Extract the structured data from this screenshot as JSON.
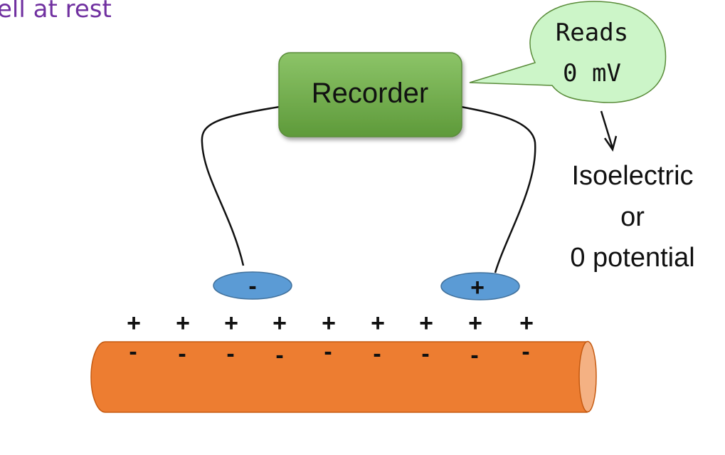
{
  "title": "ell at rest",
  "recorder": {
    "label": "Recorder",
    "color": "#70ad47"
  },
  "bubble": {
    "line1": "Reads",
    "line2": "0 mV",
    "color": "#ccf5c8"
  },
  "note": {
    "line1": "Isoelectric",
    "line2": "or",
    "line3": "0 potential"
  },
  "electrodes": {
    "left_sign": "-",
    "right_sign": "+",
    "color": "#5b9bd5"
  },
  "axon": {
    "color": "#ed7d31",
    "end_color": "#f4b183"
  },
  "charges": {
    "outside": [
      "+",
      "+",
      "+",
      "+",
      "+",
      "+",
      "+",
      "+",
      "+"
    ],
    "inside": [
      "-",
      "-",
      "-",
      "-",
      "-",
      "-",
      "-",
      "-",
      "-"
    ]
  }
}
